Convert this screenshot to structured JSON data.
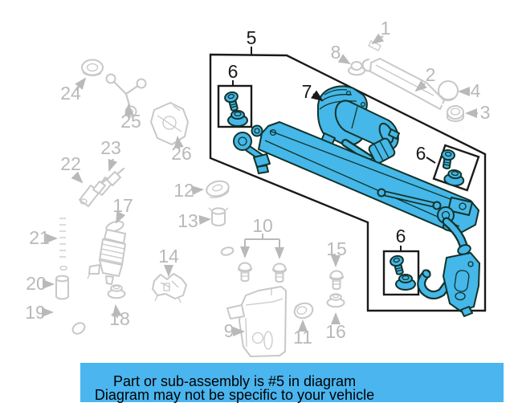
{
  "diagram": {
    "banner": {
      "line1": "Part or sub-assembly is #5 in diagram",
      "line2": "Diagram may not be specific to your vehicle"
    },
    "colors": {
      "background": "#FFFFFF",
      "highlight_fill": "#45B7E8",
      "highlight_outline": "#12332A",
      "faded_part_gray": "#C8C8C8",
      "label_gray": "#B9B9B9",
      "label_black": "#1A1A1A",
      "box_border": "#1A1A1A",
      "banner_background": "#4AB5EE",
      "banner_text": "#000000"
    },
    "callouts": {
      "n1": "1",
      "n2": "2",
      "n3": "3",
      "n4": "4",
      "n5": "5",
      "n6": "6",
      "n7": "7",
      "n8": "8",
      "n9": "9",
      "n10": "10",
      "n11": "11",
      "n12": "12",
      "n13": "13",
      "n14": "14",
      "n15": "15",
      "n16": "16",
      "n17": "17",
      "n18": "18",
      "n19": "19",
      "n20": "20",
      "n21": "21",
      "n22": "22",
      "n23": "23",
      "n24": "24",
      "n25": "25",
      "n26": "26"
    }
  }
}
